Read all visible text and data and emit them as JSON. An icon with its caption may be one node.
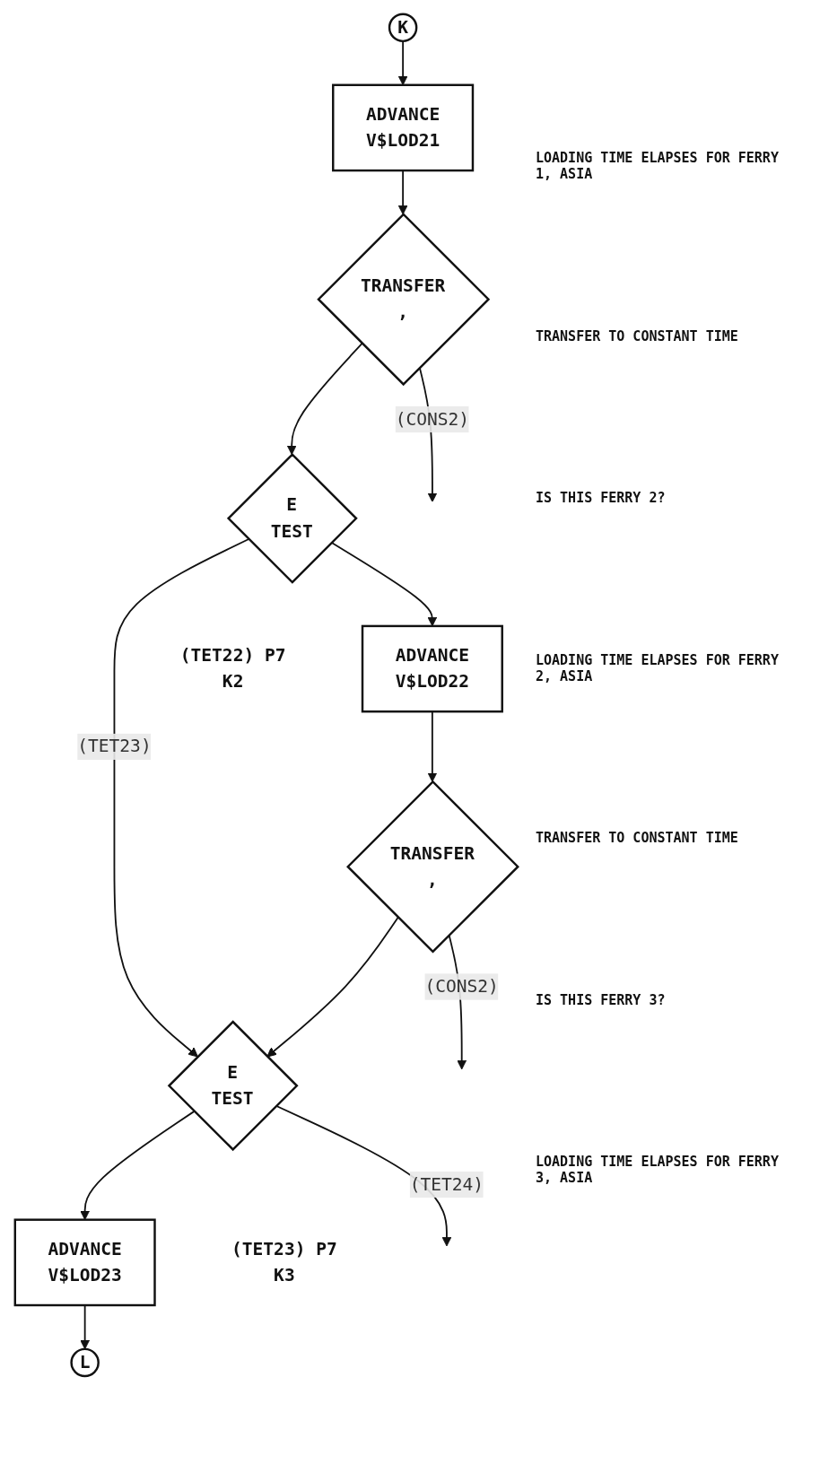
{
  "diagram": {
    "nodes": [
      {
        "text": [
          "K"
        ]
      },
      {
        "text": [
          "ADVANCE",
          "V$LOD21"
        ]
      },
      {
        "text": [
          "TRANSFER",
          ","
        ]
      },
      {
        "text": [
          "E",
          "TEST"
        ],
        "beside": [
          "(TET22) P7",
          "K2"
        ]
      },
      {
        "text": [
          "ADVANCE",
          "V$LOD22"
        ]
      },
      {
        "text": [
          "TRANSFER",
          ","
        ]
      },
      {
        "text": [
          "E",
          "TEST"
        ],
        "beside": [
          "(TET23) P7",
          "K3"
        ]
      },
      {
        "text": [
          "ADVANCE",
          "V$LOD23"
        ]
      },
      {
        "text": [
          "L"
        ]
      }
    ],
    "edges": [
      {
        "from": 0,
        "to": 1,
        "arrow": "to"
      },
      {
        "from": 1,
        "to": 2,
        "arrow": "to"
      },
      {
        "from": 2,
        "to": null,
        "label": "(CONS2)",
        "arrow": "to"
      },
      {
        "from": 2,
        "to": 3,
        "arrow": "to"
      },
      {
        "from": 3,
        "to": 4,
        "arrow": "to"
      },
      {
        "from": 3,
        "to": 6,
        "label": "(TET23)",
        "arrow": "to"
      },
      {
        "from": 4,
        "to": 5,
        "arrow": "to"
      },
      {
        "from": 5,
        "to": null,
        "label": "(CONS2)",
        "arrow": "to"
      },
      {
        "from": 5,
        "to": 6,
        "arrow": "to"
      },
      {
        "from": 6,
        "to": null,
        "label": "(TET24)",
        "arrow": "to"
      },
      {
        "from": 6,
        "to": 7,
        "arrow": "to"
      },
      {
        "from": 7,
        "to": 8,
        "arrow": "to"
      }
    ],
    "labels": [
      "LOADING TIME ELAPSES FOR FERRY 1, ASIA",
      "TRANSFER TO CONSTANT TIME",
      "IS THIS FERRY 2?",
      "LOADING TIME ELAPSES FOR FERRY 2, ASIA",
      "TRANSFER TO CONSTANT TIME",
      "IS THIS FERRY 3?",
      "LOADING TIME ELAPSES FOR FERRY 3, ASIA"
    ]
  }
}
